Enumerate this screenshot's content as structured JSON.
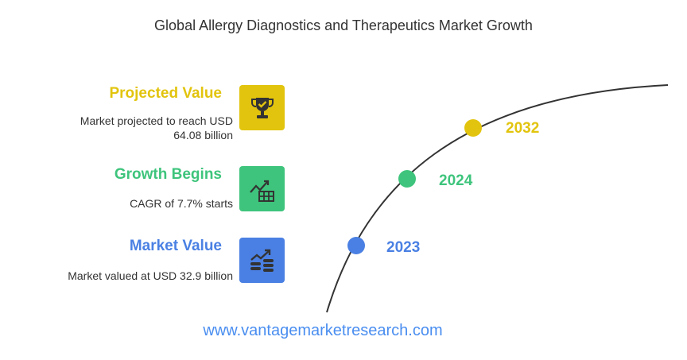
{
  "title": "Global Allergy Diagnostics and Therapeutics Market Growth",
  "colors": {
    "yellow": "#e2c40e",
    "green": "#3ec47c",
    "blue": "#4a80e3",
    "footer": "#4a8ef0",
    "text": "#333333",
    "line": "#333333"
  },
  "items": [
    {
      "title": "Projected Value",
      "desc": "Market projected to reach USD 64.08 billion",
      "desc_line1": "Market projected to reach USD",
      "desc_line2": "64.08 billion",
      "icon": "trophy-icon",
      "year": "2032"
    },
    {
      "title": "Growth Begins",
      "desc_line1": "CAGR of 7.7% starts",
      "icon": "growth-chart-icon",
      "year": "2024"
    },
    {
      "title": "Market Value",
      "desc_line1": "Market valued at USD 32.9 billion",
      "icon": "money-trend-icon",
      "year": "2023"
    }
  ],
  "footer": "www.vantagemarketresearch.com"
}
